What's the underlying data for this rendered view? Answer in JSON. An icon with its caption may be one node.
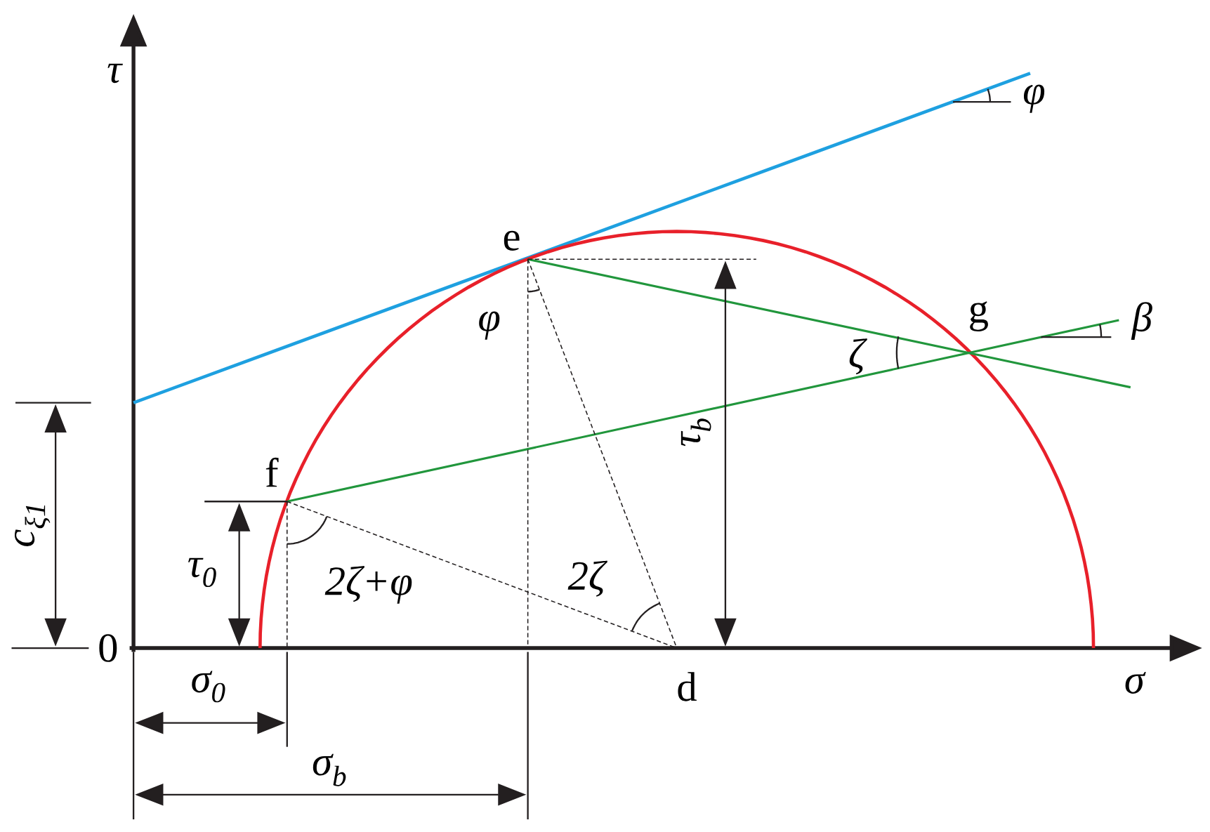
{
  "diagram": {
    "labels": [
      "τ",
      "φ",
      "e",
      "φ",
      "g",
      "β",
      "ζ",
      "c$_{ξ1}$",
      "f",
      "τ$_{b}$",
      "τ$_{0}$",
      "2ζ+φ",
      "2ζ",
      "0",
      "d",
      "σ",
      "σ$_{0}$",
      "σ$_{b}$"
    ]
  }
}
